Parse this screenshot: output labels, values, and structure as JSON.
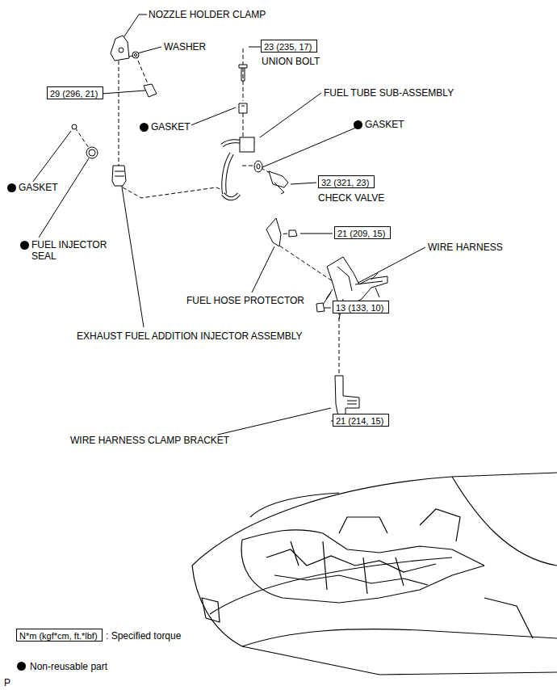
{
  "diagram": {
    "nodes": [
      {
        "text": [
          "23 (235, 17)"
        ]
      },
      {
        "text": [
          "29 (296, 21)"
        ]
      },
      {
        "text": [
          "32 (321, 23)"
        ]
      },
      {
        "text": [
          "21 (209, 15)"
        ]
      },
      {
        "text": [
          "13 (133, 10)"
        ]
      },
      {
        "text": [
          "21 (214, 15)"
        ]
      },
      {
        "text": [
          "N*m (kgf*cm, ft.*lbf)"
        ]
      }
    ],
    "labels": [
      "NOZZLE HOLDER CLAMP",
      "WASHER",
      "UNION BOLT",
      "FUEL TUBE SUB-ASSEMBLY",
      "GASKET",
      "GASKET",
      "GASKET",
      "CHECK VALVE",
      "FUEL INJECTOR SEAL",
      "WIRE HARNESS",
      "FUEL HOSE PROTECTOR",
      "EXHAUST FUEL ADDITION INJECTOR ASSEMBLY",
      "WIRE HARNESS CLAMP BRACKET",
      ": Specified torque",
      "P"
    ],
    "legend": [
      {
        "text": "Non-reusable part"
      }
    ]
  }
}
